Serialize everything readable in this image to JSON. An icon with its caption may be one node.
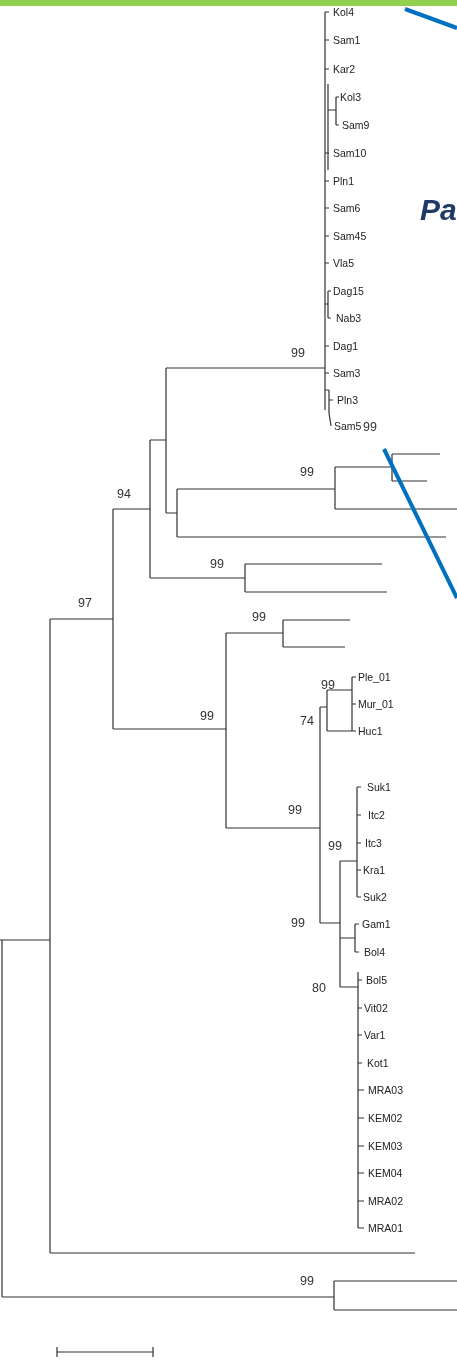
{
  "diagram": {
    "labels": [
      "Kol4",
      "Sam1",
      "Kar2",
      "Kol3",
      "Sam9",
      "Sam10",
      "Pln1",
      "Sam6",
      "Pa",
      "Sam45",
      "Vla5",
      "Dag15",
      "Nab3",
      "99",
      "Dag1",
      "Sam3",
      "Pln3",
      "Sam5",
      "99",
      "99",
      "94",
      "99",
      "97",
      "99",
      "Ple_01",
      "99",
      "Mur_01",
      "74",
      "99",
      "Huc1",
      "Suk1",
      "Itc2",
      "99",
      "Itc3",
      "99",
      "Kra1",
      "Suk2",
      "99",
      "Gam1",
      "Bol4",
      "Bol5",
      "80",
      "Vit02",
      "Var1",
      "Kot1",
      "MRA03",
      "KEM02",
      "KEM03",
      "KEM04",
      "MRA02",
      "MRA01",
      "99"
    ]
  }
}
